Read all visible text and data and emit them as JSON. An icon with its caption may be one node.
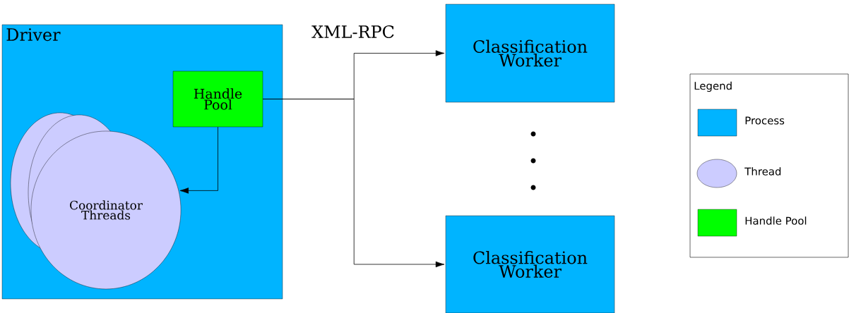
{
  "diagram": {
    "nodes": [
      {
        "text": [
          "Driver"
        ]
      },
      {
        "text": [
          "Handle Pool"
        ],
        "in": 0
      },
      {
        "text": [
          "Coordinator Threads"
        ],
        "in": 0
      },
      {
        "text": [
          "Classification Worker"
        ]
      },
      {
        "text": [
          "Classification Worker"
        ]
      }
    ],
    "edges": [
      {
        "from": 1,
        "to": 2,
        "arrow": "to"
      },
      {
        "from": 1,
        "to": 3,
        "arrow": "to"
      },
      {
        "from": 1,
        "to": 4,
        "arrow": "to"
      }
    ],
    "labels": [
      "XML-RPC",
      "Legend"
    ],
    "legend": [
      {
        "text": "Process",
        "color": "#00b4ff"
      },
      {
        "text": "Thread",
        "color": "#ccccff"
      },
      {
        "text": "Handle Pool",
        "color": "#00ff00"
      }
    ]
  }
}
